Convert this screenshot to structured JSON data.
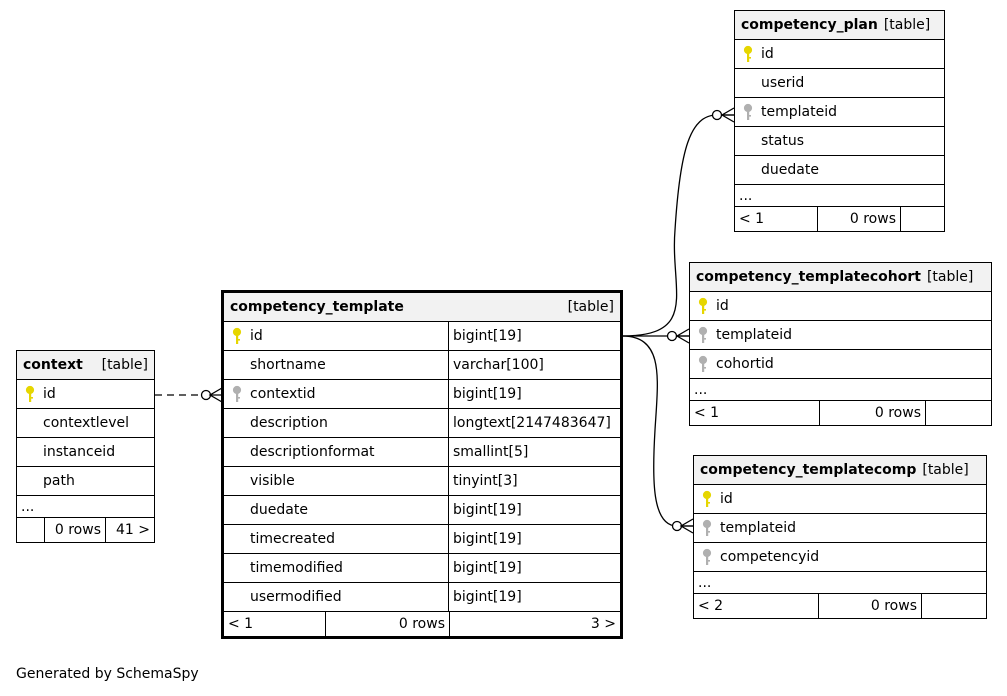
{
  "tables": {
    "competency_plan": {
      "name": "competency_plan",
      "tag": "[table]",
      "columns": [
        {
          "name": "id",
          "key": "primary"
        },
        {
          "name": "userid",
          "key": "none"
        },
        {
          "name": "templateid",
          "key": "foreign"
        },
        {
          "name": "status",
          "key": "none"
        },
        {
          "name": "duedate",
          "key": "none"
        }
      ],
      "more": "...",
      "footer": [
        "< 1",
        "0 rows",
        ""
      ]
    },
    "competency_templatecohort": {
      "name": "competency_templatecohort",
      "tag": "[table]",
      "columns": [
        {
          "name": "id",
          "key": "primary"
        },
        {
          "name": "templateid",
          "key": "foreign"
        },
        {
          "name": "cohortid",
          "key": "foreign"
        }
      ],
      "more": "...",
      "footer": [
        "< 1",
        "0 rows",
        ""
      ]
    },
    "competency_templatecomp": {
      "name": "competency_templatecomp",
      "tag": "[table]",
      "columns": [
        {
          "name": "id",
          "key": "primary"
        },
        {
          "name": "templateid",
          "key": "foreign"
        },
        {
          "name": "competencyid",
          "key": "foreign"
        }
      ],
      "more": "...",
      "footer": [
        "< 2",
        "0 rows",
        ""
      ]
    },
    "context": {
      "name": "context",
      "tag": "[table]",
      "columns": [
        {
          "name": "id",
          "key": "primary"
        },
        {
          "name": "contextlevel",
          "key": "none"
        },
        {
          "name": "instanceid",
          "key": "none"
        },
        {
          "name": "path",
          "key": "none"
        }
      ],
      "more": "...",
      "footer": [
        "",
        "0 rows",
        "41 >"
      ]
    },
    "competency_template": {
      "name": "competency_template",
      "tag": "[table]",
      "columns": [
        {
          "name": "id",
          "type": "bigint[19]",
          "key": "primary"
        },
        {
          "name": "shortname",
          "type": "varchar[100]",
          "key": "none"
        },
        {
          "name": "contextid",
          "type": "bigint[19]",
          "key": "foreign"
        },
        {
          "name": "description",
          "type": "longtext[2147483647]",
          "key": "none"
        },
        {
          "name": "descriptionformat",
          "type": "smallint[5]",
          "key": "none"
        },
        {
          "name": "visible",
          "type": "tinyint[3]",
          "key": "none"
        },
        {
          "name": "duedate",
          "type": "bigint[19]",
          "key": "none"
        },
        {
          "name": "timecreated",
          "type": "bigint[19]",
          "key": "none"
        },
        {
          "name": "timemodified",
          "type": "bigint[19]",
          "key": "none"
        },
        {
          "name": "usermodified",
          "type": "bigint[19]",
          "key": "none"
        }
      ],
      "footer": [
        "< 1",
        "0 rows",
        "3 >"
      ]
    }
  },
  "relationships": [
    {
      "from": "competency_template.id",
      "to": "competency_plan.templateid",
      "style": "solid"
    },
    {
      "from": "competency_template.id",
      "to": "competency_templatecohort.templateid",
      "style": "solid"
    },
    {
      "from": "competency_template.id",
      "to": "competency_templatecomp.templateid",
      "style": "solid"
    },
    {
      "from": "context.id",
      "to": "competency_template.contextid",
      "style": "dashed"
    }
  ],
  "colors": {
    "primary_key": "#e6d600",
    "foreign_key": "#b0b0b0",
    "header_bg": "#f2f2f2"
  },
  "icons": {
    "primary": "primary-key-icon",
    "foreign": "foreign-key-icon"
  },
  "footer_text": "Generated by SchemaSpy"
}
